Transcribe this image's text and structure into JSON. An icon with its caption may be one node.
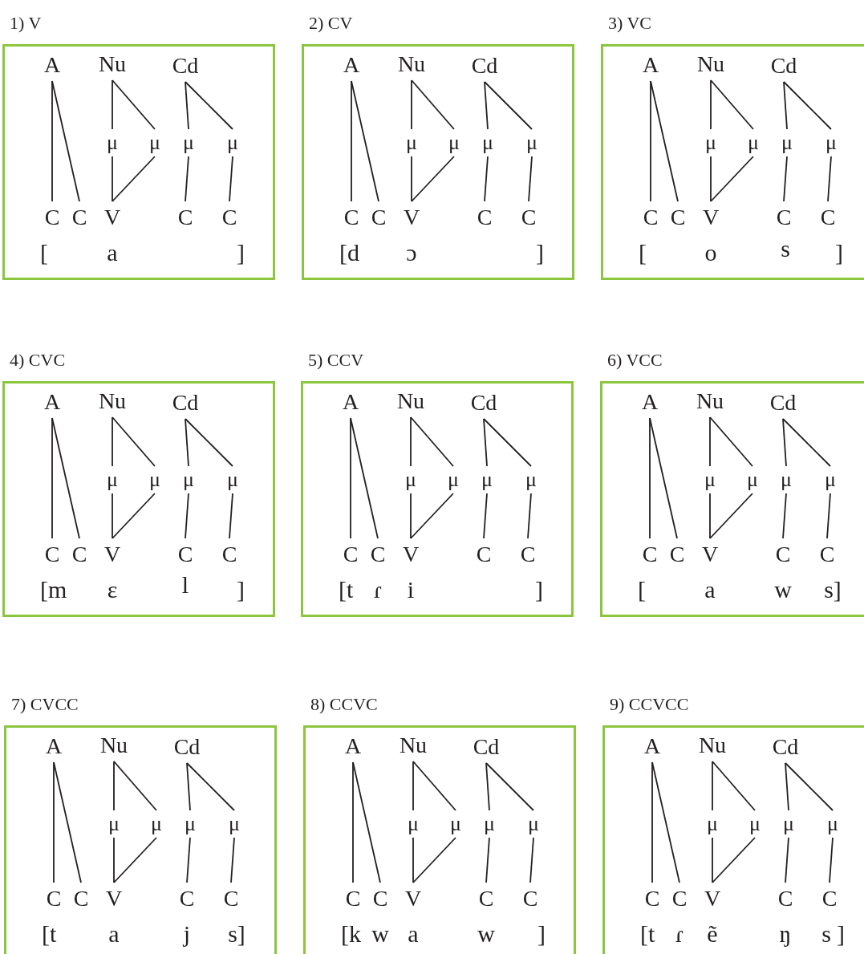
{
  "diagram": {
    "nodes": [
      {
        "text": [
          "1) V"
        ]
      },
      {
        "text": [
          "A"
        ],
        "in": 0
      },
      {
        "text": [
          "Nu"
        ],
        "in": 0
      },
      {
        "text": [
          "Cd"
        ],
        "in": 0
      },
      {
        "text": [
          "μ"
        ],
        "in": 0
      },
      {
        "text": [
          "μ"
        ],
        "in": 0
      },
      {
        "text": [
          "μ"
        ],
        "in": 0
      },
      {
        "text": [
          "μ"
        ],
        "in": 0
      },
      {
        "text": [
          "C"
        ],
        "in": 0
      },
      {
        "text": [
          "C"
        ],
        "in": 0
      },
      {
        "text": [
          "V"
        ],
        "in": 0
      },
      {
        "text": [
          "C"
        ],
        "in": 0
      },
      {
        "text": [
          "C"
        ],
        "in": 0
      },
      {
        "text": [
          "2) CV"
        ]
      },
      {
        "text": [
          "A"
        ],
        "in": 13
      },
      {
        "text": [
          "Nu"
        ],
        "in": 13
      },
      {
        "text": [
          "Cd"
        ],
        "in": 13
      },
      {
        "text": [
          "μ"
        ],
        "in": 13
      },
      {
        "text": [
          "μ"
        ],
        "in": 13
      },
      {
        "text": [
          "μ"
        ],
        "in": 13
      },
      {
        "text": [
          "μ"
        ],
        "in": 13
      },
      {
        "text": [
          "C"
        ],
        "in": 13
      },
      {
        "text": [
          "C"
        ],
        "in": 13
      },
      {
        "text": [
          "V"
        ],
        "in": 13
      },
      {
        "text": [
          "C"
        ],
        "in": 13
      },
      {
        "text": [
          "C"
        ],
        "in": 13
      },
      {
        "text": [
          "3) VC"
        ]
      },
      {
        "text": [
          "A"
        ],
        "in": 26
      },
      {
        "text": [
          "Nu"
        ],
        "in": 26
      },
      {
        "text": [
          "Cd"
        ],
        "in": 26
      },
      {
        "text": [
          "μ"
        ],
        "in": 26
      },
      {
        "text": [
          "μ"
        ],
        "in": 26
      },
      {
        "text": [
          "μ"
        ],
        "in": 26
      },
      {
        "text": [
          "μ"
        ],
        "in": 26
      },
      {
        "text": [
          "C"
        ],
        "in": 26
      },
      {
        "text": [
          "C"
        ],
        "in": 26
      },
      {
        "text": [
          "V"
        ],
        "in": 26
      },
      {
        "text": [
          "C"
        ],
        "in": 26
      },
      {
        "text": [
          "C"
        ],
        "in": 26
      },
      {
        "text": [
          "4) CVC"
        ]
      },
      {
        "text": [
          "A"
        ],
        "in": 39
      },
      {
        "text": [
          "Nu"
        ],
        "in": 39
      },
      {
        "text": [
          "Cd"
        ],
        "in": 39
      },
      {
        "text": [
          "μ"
        ],
        "in": 39
      },
      {
        "text": [
          "μ"
        ],
        "in": 39
      },
      {
        "text": [
          "μ"
        ],
        "in": 39
      },
      {
        "text": [
          "μ"
        ],
        "in": 39
      },
      {
        "text": [
          "C"
        ],
        "in": 39
      },
      {
        "text": [
          "C"
        ],
        "in": 39
      },
      {
        "text": [
          "V"
        ],
        "in": 39
      },
      {
        "text": [
          "C"
        ],
        "in": 39
      },
      {
        "text": [
          "C"
        ],
        "in": 39
      },
      {
        "text": [
          "5) CCV"
        ]
      },
      {
        "text": [
          "A"
        ],
        "in": 52
      },
      {
        "text": [
          "Nu"
        ],
        "in": 52
      },
      {
        "text": [
          "Cd"
        ],
        "in": 52
      },
      {
        "text": [
          "μ"
        ],
        "in": 52
      },
      {
        "text": [
          "μ"
        ],
        "in": 52
      },
      {
        "text": [
          "μ"
        ],
        "in": 52
      },
      {
        "text": [
          "μ"
        ],
        "in": 52
      },
      {
        "text": [
          "C"
        ],
        "in": 52
      },
      {
        "text": [
          "C"
        ],
        "in": 52
      },
      {
        "text": [
          "V"
        ],
        "in": 52
      },
      {
        "text": [
          "C"
        ],
        "in": 52
      },
      {
        "text": [
          "C"
        ],
        "in": 52
      },
      {
        "text": [
          "6) VCC"
        ]
      },
      {
        "text": [
          "A"
        ],
        "in": 65
      },
      {
        "text": [
          "Nu"
        ],
        "in": 65
      },
      {
        "text": [
          "Cd"
        ],
        "in": 65
      },
      {
        "text": [
          "μ"
        ],
        "in": 65
      },
      {
        "text": [
          "μ"
        ],
        "in": 65
      },
      {
        "text": [
          "μ"
        ],
        "in": 65
      },
      {
        "text": [
          "μ"
        ],
        "in": 65
      },
      {
        "text": [
          "C"
        ],
        "in": 65
      },
      {
        "text": [
          "C"
        ],
        "in": 65
      },
      {
        "text": [
          "V"
        ],
        "in": 65
      },
      {
        "text": [
          "C"
        ],
        "in": 65
      },
      {
        "text": [
          "C"
        ],
        "in": 65
      },
      {
        "text": [
          "7) CVCC"
        ]
      },
      {
        "text": [
          "A"
        ],
        "in": 78
      },
      {
        "text": [
          "Nu"
        ],
        "in": 78
      },
      {
        "text": [
          "Cd"
        ],
        "in": 78
      },
      {
        "text": [
          "μ"
        ],
        "in": 78
      },
      {
        "text": [
          "μ"
        ],
        "in": 78
      },
      {
        "text": [
          "μ"
        ],
        "in": 78
      },
      {
        "text": [
          "μ"
        ],
        "in": 78
      },
      {
        "text": [
          "C"
        ],
        "in": 78
      },
      {
        "text": [
          "C"
        ],
        "in": 78
      },
      {
        "text": [
          "V"
        ],
        "in": 78
      },
      {
        "text": [
          "C"
        ],
        "in": 78
      },
      {
        "text": [
          "C"
        ],
        "in": 78
      },
      {
        "text": [
          "8) CCVC"
        ]
      },
      {
        "text": [
          "A"
        ],
        "in": 91
      },
      {
        "text": [
          "Nu"
        ],
        "in": 91
      },
      {
        "text": [
          "Cd"
        ],
        "in": 91
      },
      {
        "text": [
          "μ"
        ],
        "in": 91
      },
      {
        "text": [
          "μ"
        ],
        "in": 91
      },
      {
        "text": [
          "μ"
        ],
        "in": 91
      },
      {
        "text": [
          "μ"
        ],
        "in": 91
      },
      {
        "text": [
          "C"
        ],
        "in": 91
      },
      {
        "text": [
          "C"
        ],
        "in": 91
      },
      {
        "text": [
          "V"
        ],
        "in": 91
      },
      {
        "text": [
          "C"
        ],
        "in": 91
      },
      {
        "text": [
          "C"
        ],
        "in": 91
      },
      {
        "text": [
          "9) CCVCC"
        ]
      },
      {
        "text": [
          "A"
        ],
        "in": 104
      },
      {
        "text": [
          "Nu"
        ],
        "in": 104
      },
      {
        "text": [
          "Cd"
        ],
        "in": 104
      },
      {
        "text": [
          "μ"
        ],
        "in": 104
      },
      {
        "text": [
          "μ"
        ],
        "in": 104
      },
      {
        "text": [
          "μ"
        ],
        "in": 104
      },
      {
        "text": [
          "μ"
        ],
        "in": 104
      },
      {
        "text": [
          "C"
        ],
        "in": 104
      },
      {
        "text": [
          "C"
        ],
        "in": 104
      },
      {
        "text": [
          "V"
        ],
        "in": 104
      },
      {
        "text": [
          "C"
        ],
        "in": 104
      },
      {
        "text": [
          "C"
        ],
        "in": 104
      }
    ],
    "edges": [
      {
        "from": 1,
        "to": 8,
        "arrow": "none"
      },
      {
        "from": 1,
        "to": 9,
        "arrow": "none"
      },
      {
        "from": 2,
        "to": 4,
        "arrow": "none"
      },
      {
        "from": 2,
        "to": 5,
        "arrow": "none"
      },
      {
        "from": 3,
        "to": 6,
        "arrow": "none"
      },
      {
        "from": 3,
        "to": 7,
        "arrow": "none"
      },
      {
        "from": 4,
        "to": 10,
        "arrow": "none"
      },
      {
        "from": 5,
        "to": 10,
        "arrow": "none"
      },
      {
        "from": 6,
        "to": 11,
        "arrow": "none"
      },
      {
        "from": 7,
        "to": 12,
        "arrow": "none"
      },
      {
        "from": 14,
        "to": 21,
        "arrow": "none"
      },
      {
        "from": 14,
        "to": 22,
        "arrow": "none"
      },
      {
        "from": 15,
        "to": 17,
        "arrow": "none"
      },
      {
        "from": 15,
        "to": 18,
        "arrow": "none"
      },
      {
        "from": 16,
        "to": 19,
        "arrow": "none"
      },
      {
        "from": 16,
        "to": 20,
        "arrow": "none"
      },
      {
        "from": 17,
        "to": 23,
        "arrow": "none"
      },
      {
        "from": 18,
        "to": 23,
        "arrow": "none"
      },
      {
        "from": 19,
        "to": 24,
        "arrow": "none"
      },
      {
        "from": 20,
        "to": 25,
        "arrow": "none"
      },
      {
        "from": 27,
        "to": 34,
        "arrow": "none"
      },
      {
        "from": 27,
        "to": 35,
        "arrow": "none"
      },
      {
        "from": 28,
        "to": 30,
        "arrow": "none"
      },
      {
        "from": 28,
        "to": 31,
        "arrow": "none"
      },
      {
        "from": 29,
        "to": 32,
        "arrow": "none"
      },
      {
        "from": 29,
        "to": 33,
        "arrow": "none"
      },
      {
        "from": 30,
        "to": 36,
        "arrow": "none"
      },
      {
        "from": 31,
        "to": 36,
        "arrow": "none"
      },
      {
        "from": 32,
        "to": 37,
        "arrow": "none"
      },
      {
        "from": 33,
        "to": 38,
        "arrow": "none"
      },
      {
        "from": 40,
        "to": 47,
        "arrow": "none"
      },
      {
        "from": 40,
        "to": 48,
        "arrow": "none"
      },
      {
        "from": 41,
        "to": 43,
        "arrow": "none"
      },
      {
        "from": 41,
        "to": 44,
        "arrow": "none"
      },
      {
        "from": 42,
        "to": 45,
        "arrow": "none"
      },
      {
        "from": 42,
        "to": 46,
        "arrow": "none"
      },
      {
        "from": 43,
        "to": 49,
        "arrow": "none"
      },
      {
        "from": 44,
        "to": 49,
        "arrow": "none"
      },
      {
        "from": 45,
        "to": 50,
        "arrow": "none"
      },
      {
        "from": 46,
        "to": 51,
        "arrow": "none"
      },
      {
        "from": 53,
        "to": 60,
        "arrow": "none"
      },
      {
        "from": 53,
        "to": 61,
        "arrow": "none"
      },
      {
        "from": 54,
        "to": 56,
        "arrow": "none"
      },
      {
        "from": 54,
        "to": 57,
        "arrow": "none"
      },
      {
        "from": 55,
        "to": 58,
        "arrow": "none"
      },
      {
        "from": 55,
        "to": 59,
        "arrow": "none"
      },
      {
        "from": 56,
        "to": 62,
        "arrow": "none"
      },
      {
        "from": 57,
        "to": 62,
        "arrow": "none"
      },
      {
        "from": 58,
        "to": 63,
        "arrow": "none"
      },
      {
        "from": 59,
        "to": 64,
        "arrow": "none"
      },
      {
        "from": 66,
        "to": 73,
        "arrow": "none"
      },
      {
        "from": 66,
        "to": 74,
        "arrow": "none"
      },
      {
        "from": 67,
        "to": 69,
        "arrow": "none"
      },
      {
        "from": 67,
        "to": 70,
        "arrow": "none"
      },
      {
        "from": 68,
        "to": 71,
        "arrow": "none"
      },
      {
        "from": 68,
        "to": 72,
        "arrow": "none"
      },
      {
        "from": 69,
        "to": 75,
        "arrow": "none"
      },
      {
        "from": 70,
        "to": 75,
        "arrow": "none"
      },
      {
        "from": 71,
        "to": 76,
        "arrow": "none"
      },
      {
        "from": 72,
        "to": 77,
        "arrow": "none"
      },
      {
        "from": 79,
        "to": 86,
        "arrow": "none"
      },
      {
        "from": 79,
        "to": 87,
        "arrow": "none"
      },
      {
        "from": 80,
        "to": 82,
        "arrow": "none"
      },
      {
        "from": 80,
        "to": 83,
        "arrow": "none"
      },
      {
        "from": 81,
        "to": 84,
        "arrow": "none"
      },
      {
        "from": 81,
        "to": 85,
        "arrow": "none"
      },
      {
        "from": 82,
        "to": 88,
        "arrow": "none"
      },
      {
        "from": 83,
        "to": 88,
        "arrow": "none"
      },
      {
        "from": 84,
        "to": 89,
        "arrow": "none"
      },
      {
        "from": 85,
        "to": 90,
        "arrow": "none"
      },
      {
        "from": 92,
        "to": 99,
        "arrow": "none"
      },
      {
        "from": 92,
        "to": 100,
        "arrow": "none"
      },
      {
        "from": 93,
        "to": 95,
        "arrow": "none"
      },
      {
        "from": 93,
        "to": 96,
        "arrow": "none"
      },
      {
        "from": 94,
        "to": 97,
        "arrow": "none"
      },
      {
        "from": 94,
        "to": 98,
        "arrow": "none"
      },
      {
        "from": 95,
        "to": 101,
        "arrow": "none"
      },
      {
        "from": 96,
        "to": 101,
        "arrow": "none"
      },
      {
        "from": 97,
        "to": 102,
        "arrow": "none"
      },
      {
        "from": 98,
        "to": 103,
        "arrow": "none"
      },
      {
        "from": 105,
        "to": 112,
        "arrow": "none"
      },
      {
        "from": 105,
        "to": 113,
        "arrow": "none"
      },
      {
        "from": 106,
        "to": 108,
        "arrow": "none"
      },
      {
        "from": 106,
        "to": 109,
        "arrow": "none"
      },
      {
        "from": 107,
        "to": 110,
        "arrow": "none"
      },
      {
        "from": 107,
        "to": 111,
        "arrow": "none"
      },
      {
        "from": 108,
        "to": 114,
        "arrow": "none"
      },
      {
        "from": 109,
        "to": 114,
        "arrow": "none"
      },
      {
        "from": 110,
        "to": 115,
        "arrow": "none"
      },
      {
        "from": 111,
        "to": 116,
        "arrow": "none"
      }
    ],
    "labels": [
      "[",
      "a",
      "]",
      "[d",
      "ɔ",
      "]",
      "[",
      "o",
      "s",
      "]",
      "[m",
      "ɛ",
      "l",
      "]",
      "[t",
      "ɾ",
      "i",
      "]",
      "[",
      "a",
      "w",
      "s]",
      "[t",
      "a",
      "j",
      "s]",
      "[k",
      "w",
      "a",
      "w",
      "]",
      "[t",
      "ɾ",
      "ẽ",
      "ŋ",
      "s",
      "]"
    ]
  }
}
